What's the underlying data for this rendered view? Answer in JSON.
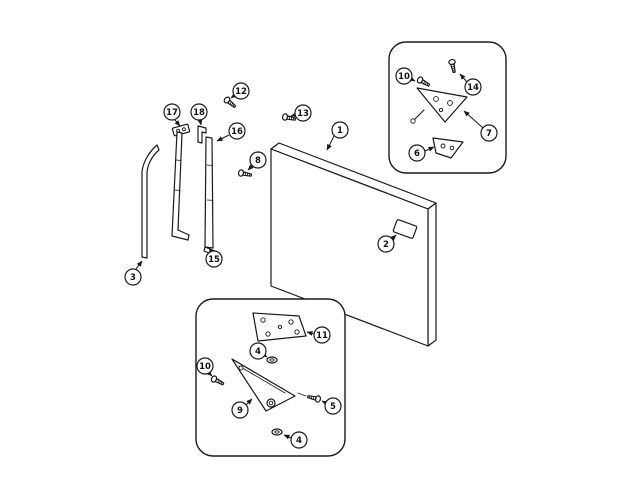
{
  "page": {
    "background": "#ffffff",
    "line_color": "#1a1a1a"
  },
  "diagram": {
    "callouts": {
      "c1": "1",
      "c2": "2",
      "c3": "3",
      "c4_top": "4",
      "c4_bottom": "4",
      "c5": "5",
      "c6": "6",
      "c7": "7",
      "c8": "8",
      "c9": "9",
      "c10_hinge_top": "10",
      "c10_hinge_bottom": "10",
      "c11": "11",
      "c12": "12",
      "c13": "13",
      "c14": "14",
      "c15": "15",
      "c16": "16",
      "c17": "17",
      "c18": "18"
    }
  }
}
